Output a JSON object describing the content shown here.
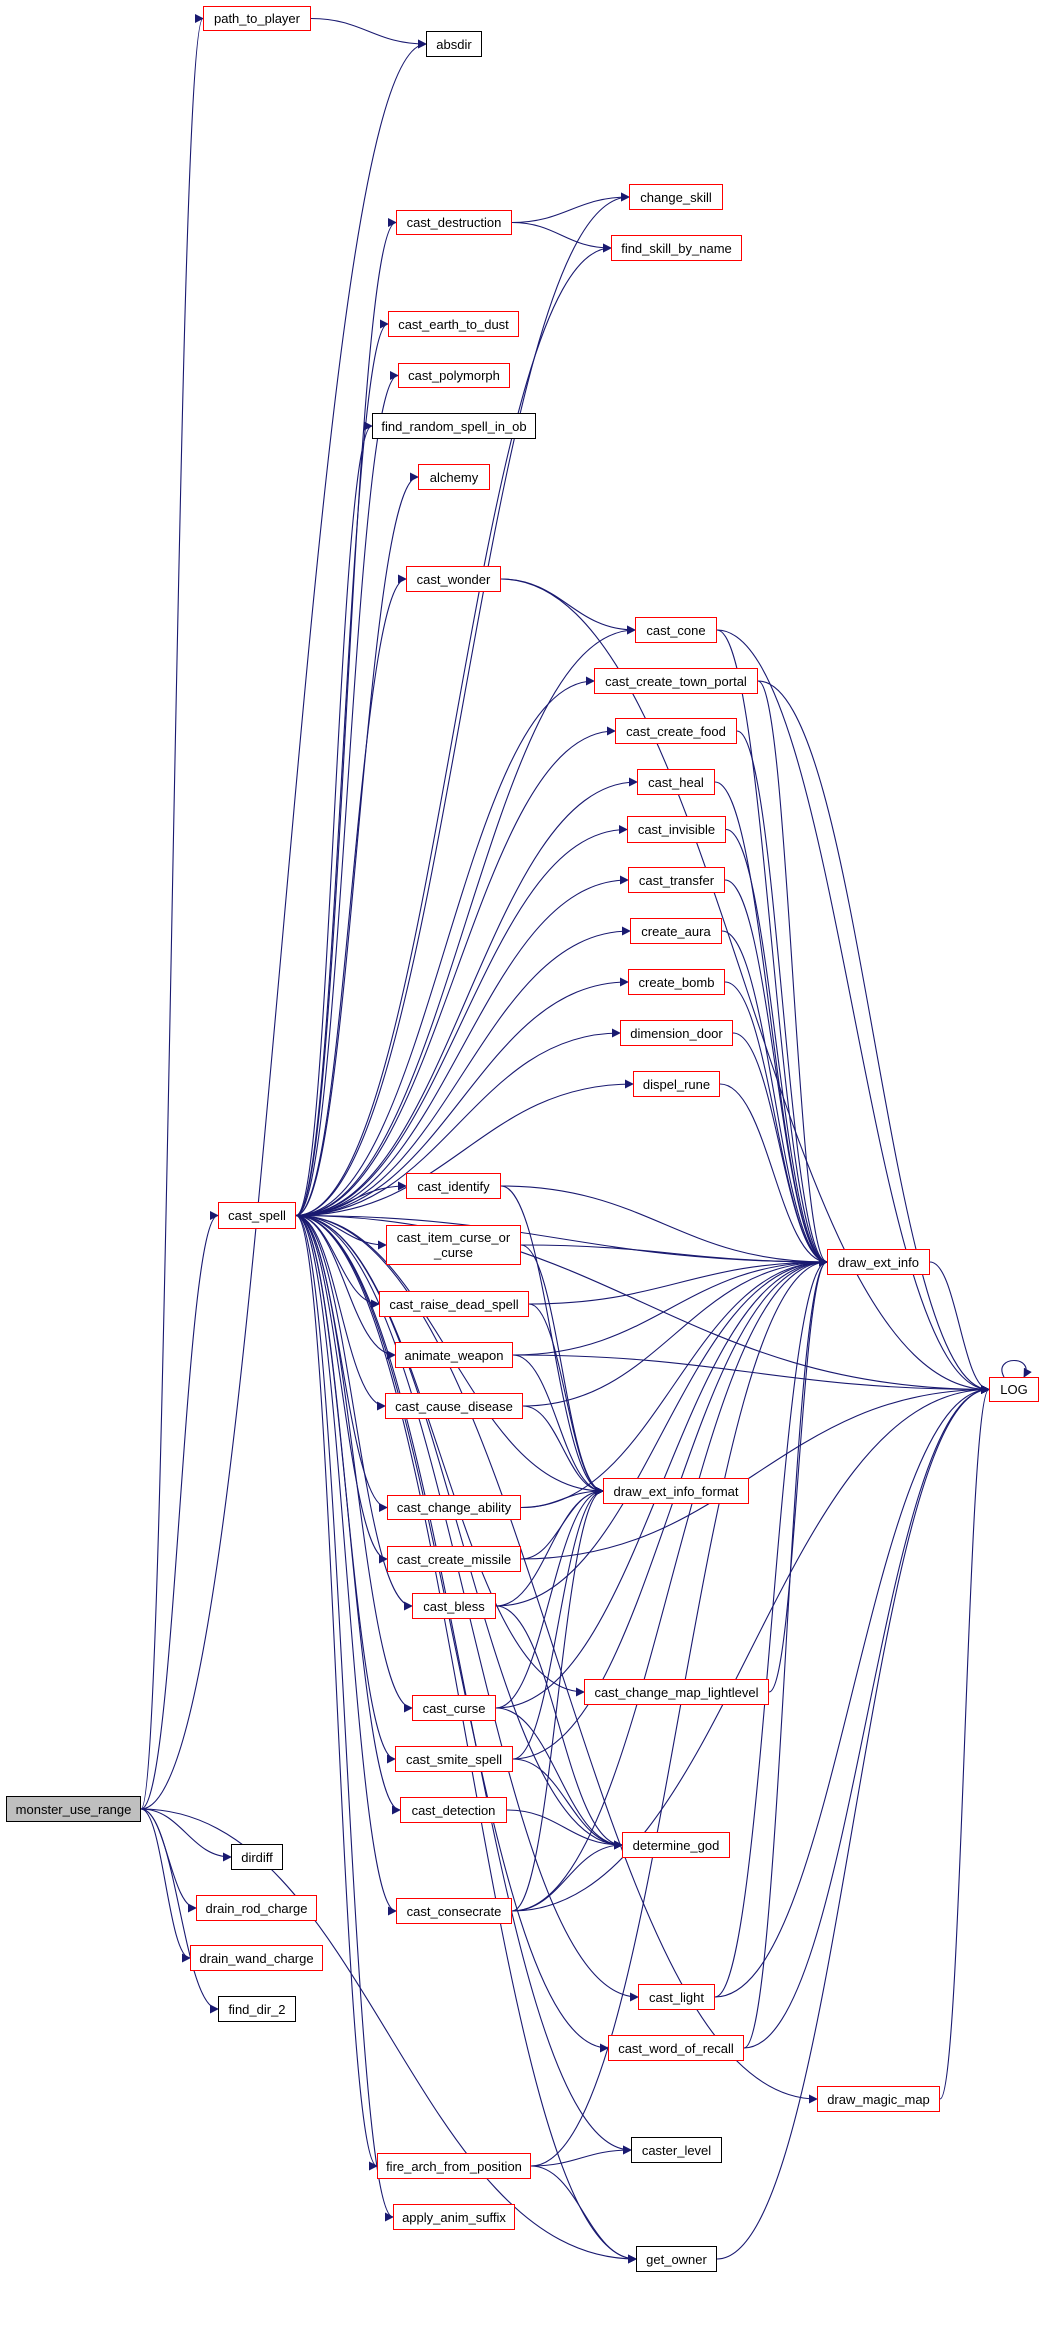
{
  "colors": {
    "edge": "#191970",
    "link_border": "#ff0000",
    "plain_border": "#000000",
    "root_fill": "#bfbfbf"
  },
  "nodes": [
    {
      "id": "monster_use_range",
      "label": "monster_use_range",
      "style": "gray"
    },
    {
      "id": "path_to_player",
      "label": "path_to_player",
      "style": "red"
    },
    {
      "id": "absdir",
      "label": "absdir",
      "style": "black"
    },
    {
      "id": "change_skill",
      "label": "change_skill",
      "style": "red"
    },
    {
      "id": "cast_destruction",
      "label": "cast_destruction",
      "style": "red"
    },
    {
      "id": "find_skill_by_name",
      "label": "find_skill_by_name",
      "style": "red"
    },
    {
      "id": "cast_earth_to_dust",
      "label": "cast_earth_to_dust",
      "style": "red"
    },
    {
      "id": "cast_polymorph",
      "label": "cast_polymorph",
      "style": "red"
    },
    {
      "id": "find_random_spell_in_ob",
      "label": "find_random_spell_in_ob",
      "style": "black"
    },
    {
      "id": "alchemy",
      "label": "alchemy",
      "style": "red"
    },
    {
      "id": "cast_wonder",
      "label": "cast_wonder",
      "style": "red"
    },
    {
      "id": "cast_cone",
      "label": "cast_cone",
      "style": "red"
    },
    {
      "id": "cast_create_town_portal",
      "label": "cast_create_town_portal",
      "style": "red"
    },
    {
      "id": "cast_create_food",
      "label": "cast_create_food",
      "style": "red"
    },
    {
      "id": "cast_heal",
      "label": "cast_heal",
      "style": "red"
    },
    {
      "id": "cast_invisible",
      "label": "cast_invisible",
      "style": "red"
    },
    {
      "id": "cast_transfer",
      "label": "cast_transfer",
      "style": "red"
    },
    {
      "id": "create_aura",
      "label": "create_aura",
      "style": "red"
    },
    {
      "id": "create_bomb",
      "label": "create_bomb",
      "style": "red"
    },
    {
      "id": "dimension_door",
      "label": "dimension_door",
      "style": "red"
    },
    {
      "id": "dispel_rune",
      "label": "dispel_rune",
      "style": "red"
    },
    {
      "id": "cast_spell",
      "label": "cast_spell",
      "style": "red"
    },
    {
      "id": "cast_identify",
      "label": "cast_identify",
      "style": "red"
    },
    {
      "id": "cast_item_curse_or_curse",
      "label": "cast_item_curse_or\n_curse",
      "style": "red"
    },
    {
      "id": "cast_raise_dead_spell",
      "label": "cast_raise_dead_spell",
      "style": "red"
    },
    {
      "id": "animate_weapon",
      "label": "animate_weapon",
      "style": "red"
    },
    {
      "id": "cast_cause_disease",
      "label": "cast_cause_disease",
      "style": "red"
    },
    {
      "id": "draw_ext_info",
      "label": "draw_ext_info",
      "style": "red"
    },
    {
      "id": "LOG",
      "label": "LOG",
      "style": "red"
    },
    {
      "id": "draw_ext_info_format",
      "label": "draw_ext_info_format",
      "style": "red"
    },
    {
      "id": "cast_change_ability",
      "label": "cast_change_ability",
      "style": "red"
    },
    {
      "id": "cast_create_missile",
      "label": "cast_create_missile",
      "style": "red"
    },
    {
      "id": "cast_bless",
      "label": "cast_bless",
      "style": "red"
    },
    {
      "id": "cast_change_map_lightlevel",
      "label": "cast_change_map_lightlevel",
      "style": "red"
    },
    {
      "id": "cast_curse",
      "label": "cast_curse",
      "style": "red"
    },
    {
      "id": "cast_smite_spell",
      "label": "cast_smite_spell",
      "style": "red"
    },
    {
      "id": "cast_detection",
      "label": "cast_detection",
      "style": "red"
    },
    {
      "id": "determine_god",
      "label": "determine_god",
      "style": "red"
    },
    {
      "id": "dirdiff",
      "label": "dirdiff",
      "style": "black"
    },
    {
      "id": "drain_rod_charge",
      "label": "drain_rod_charge",
      "style": "red"
    },
    {
      "id": "cast_consecrate",
      "label": "cast_consecrate",
      "style": "red"
    },
    {
      "id": "drain_wand_charge",
      "label": "drain_wand_charge",
      "style": "red"
    },
    {
      "id": "find_dir_2",
      "label": "find_dir_2",
      "style": "black"
    },
    {
      "id": "cast_light",
      "label": "cast_light",
      "style": "red"
    },
    {
      "id": "cast_word_of_recall",
      "label": "cast_word_of_recall",
      "style": "red"
    },
    {
      "id": "draw_magic_map",
      "label": "draw_magic_map",
      "style": "red"
    },
    {
      "id": "caster_level",
      "label": "caster_level",
      "style": "black"
    },
    {
      "id": "fire_arch_from_position",
      "label": "fire_arch_from_position",
      "style": "red"
    },
    {
      "id": "apply_anim_suffix",
      "label": "apply_anim_suffix",
      "style": "red"
    },
    {
      "id": "get_owner",
      "label": "get_owner",
      "style": "black"
    }
  ],
  "edges": [
    [
      "monster_use_range",
      "path_to_player"
    ],
    [
      "monster_use_range",
      "absdir"
    ],
    [
      "monster_use_range",
      "cast_spell"
    ],
    [
      "monster_use_range",
      "dirdiff"
    ],
    [
      "monster_use_range",
      "drain_rod_charge"
    ],
    [
      "monster_use_range",
      "drain_wand_charge"
    ],
    [
      "monster_use_range",
      "find_dir_2"
    ],
    [
      "monster_use_range",
      "get_owner"
    ],
    [
      "path_to_player",
      "absdir"
    ],
    [
      "cast_destruction",
      "change_skill"
    ],
    [
      "cast_destruction",
      "find_skill_by_name"
    ],
    [
      "cast_spell",
      "LOG"
    ],
    [
      "cast_spell",
      "change_skill"
    ],
    [
      "cast_spell",
      "cast_destruction"
    ],
    [
      "cast_spell",
      "find_skill_by_name"
    ],
    [
      "cast_spell",
      "cast_earth_to_dust"
    ],
    [
      "cast_spell",
      "cast_polymorph"
    ],
    [
      "cast_spell",
      "find_random_spell_in_ob"
    ],
    [
      "cast_spell",
      "alchemy"
    ],
    [
      "cast_spell",
      "cast_wonder"
    ],
    [
      "cast_spell",
      "cast_cone"
    ],
    [
      "cast_spell",
      "cast_create_town_portal"
    ],
    [
      "cast_spell",
      "cast_create_food"
    ],
    [
      "cast_spell",
      "cast_heal"
    ],
    [
      "cast_spell",
      "cast_invisible"
    ],
    [
      "cast_spell",
      "cast_transfer"
    ],
    [
      "cast_spell",
      "create_aura"
    ],
    [
      "cast_spell",
      "create_bomb"
    ],
    [
      "cast_spell",
      "dimension_door"
    ],
    [
      "cast_spell",
      "dispel_rune"
    ],
    [
      "cast_spell",
      "draw_ext_info"
    ],
    [
      "cast_spell",
      "cast_identify"
    ],
    [
      "cast_spell",
      "cast_item_curse_or_curse"
    ],
    [
      "cast_spell",
      "cast_raise_dead_spell"
    ],
    [
      "cast_spell",
      "animate_weapon"
    ],
    [
      "cast_spell",
      "cast_cause_disease"
    ],
    [
      "cast_spell",
      "draw_ext_info_format"
    ],
    [
      "cast_spell",
      "cast_change_ability"
    ],
    [
      "cast_spell",
      "cast_create_missile"
    ],
    [
      "cast_spell",
      "cast_bless"
    ],
    [
      "cast_spell",
      "cast_change_map_lightlevel"
    ],
    [
      "cast_spell",
      "cast_curse"
    ],
    [
      "cast_spell",
      "cast_smite_spell"
    ],
    [
      "cast_spell",
      "cast_detection"
    ],
    [
      "cast_spell",
      "determine_god"
    ],
    [
      "cast_spell",
      "cast_consecrate"
    ],
    [
      "cast_spell",
      "cast_light"
    ],
    [
      "cast_spell",
      "cast_word_of_recall"
    ],
    [
      "cast_spell",
      "draw_magic_map"
    ],
    [
      "cast_spell",
      "caster_level"
    ],
    [
      "cast_spell",
      "fire_arch_from_position"
    ],
    [
      "cast_spell",
      "apply_anim_suffix"
    ],
    [
      "cast_spell",
      "get_owner"
    ],
    [
      "cast_wonder",
      "LOG"
    ],
    [
      "cast_wonder",
      "cast_cone"
    ],
    [
      "cast_cone",
      "draw_ext_info"
    ],
    [
      "cast_cone",
      "LOG"
    ],
    [
      "cast_create_town_portal",
      "draw_ext_info"
    ],
    [
      "cast_create_town_portal",
      "LOG"
    ],
    [
      "cast_create_food",
      "draw_ext_info"
    ],
    [
      "cast_heal",
      "draw_ext_info"
    ],
    [
      "cast_invisible",
      "draw_ext_info"
    ],
    [
      "cast_transfer",
      "draw_ext_info"
    ],
    [
      "create_aura",
      "draw_ext_info"
    ],
    [
      "create_bomb",
      "draw_ext_info"
    ],
    [
      "dimension_door",
      "draw_ext_info"
    ],
    [
      "dispel_rune",
      "draw_ext_info"
    ],
    [
      "cast_identify",
      "draw_ext_info"
    ],
    [
      "cast_identify",
      "draw_ext_info_format"
    ],
    [
      "cast_item_curse_or_curse",
      "draw_ext_info"
    ],
    [
      "cast_item_curse_or_curse",
      "draw_ext_info_format"
    ],
    [
      "cast_raise_dead_spell",
      "draw_ext_info"
    ],
    [
      "cast_raise_dead_spell",
      "draw_ext_info_format"
    ],
    [
      "animate_weapon",
      "draw_ext_info"
    ],
    [
      "animate_weapon",
      "LOG"
    ],
    [
      "animate_weapon",
      "draw_ext_info_format"
    ],
    [
      "cast_cause_disease",
      "draw_ext_info"
    ],
    [
      "cast_cause_disease",
      "draw_ext_info_format"
    ],
    [
      "draw_ext_info",
      "LOG"
    ],
    [
      "LOG",
      "LOG"
    ],
    [
      "cast_change_ability",
      "draw_ext_info_format"
    ],
    [
      "cast_change_ability",
      "draw_ext_info"
    ],
    [
      "cast_create_missile",
      "draw_ext_info_format"
    ],
    [
      "cast_create_missile",
      "LOG"
    ],
    [
      "cast_bless",
      "draw_ext_info_format"
    ],
    [
      "cast_bless",
      "draw_ext_info"
    ],
    [
      "cast_bless",
      "determine_god"
    ],
    [
      "cast_change_map_lightlevel",
      "draw_ext_info"
    ],
    [
      "cast_curse",
      "draw_ext_info_format"
    ],
    [
      "cast_curse",
      "draw_ext_info"
    ],
    [
      "cast_curse",
      "determine_god"
    ],
    [
      "cast_smite_spell",
      "draw_ext_info_format"
    ],
    [
      "cast_smite_spell",
      "draw_ext_info"
    ],
    [
      "cast_smite_spell",
      "determine_god"
    ],
    [
      "cast_detection",
      "determine_god"
    ],
    [
      "cast_consecrate",
      "determine_god"
    ],
    [
      "cast_consecrate",
      "draw_ext_info_format"
    ],
    [
      "cast_consecrate",
      "draw_ext_info"
    ],
    [
      "cast_consecrate",
      "LOG"
    ],
    [
      "cast_light",
      "draw_ext_info"
    ],
    [
      "cast_light",
      "LOG"
    ],
    [
      "cast_word_of_recall",
      "draw_ext_info"
    ],
    [
      "cast_word_of_recall",
      "LOG"
    ],
    [
      "draw_magic_map",
      "LOG"
    ],
    [
      "fire_arch_from_position",
      "caster_level"
    ],
    [
      "fire_arch_from_position",
      "draw_ext_info"
    ],
    [
      "fire_arch_from_position",
      "get_owner"
    ],
    [
      "get_owner",
      "LOG"
    ]
  ]
}
